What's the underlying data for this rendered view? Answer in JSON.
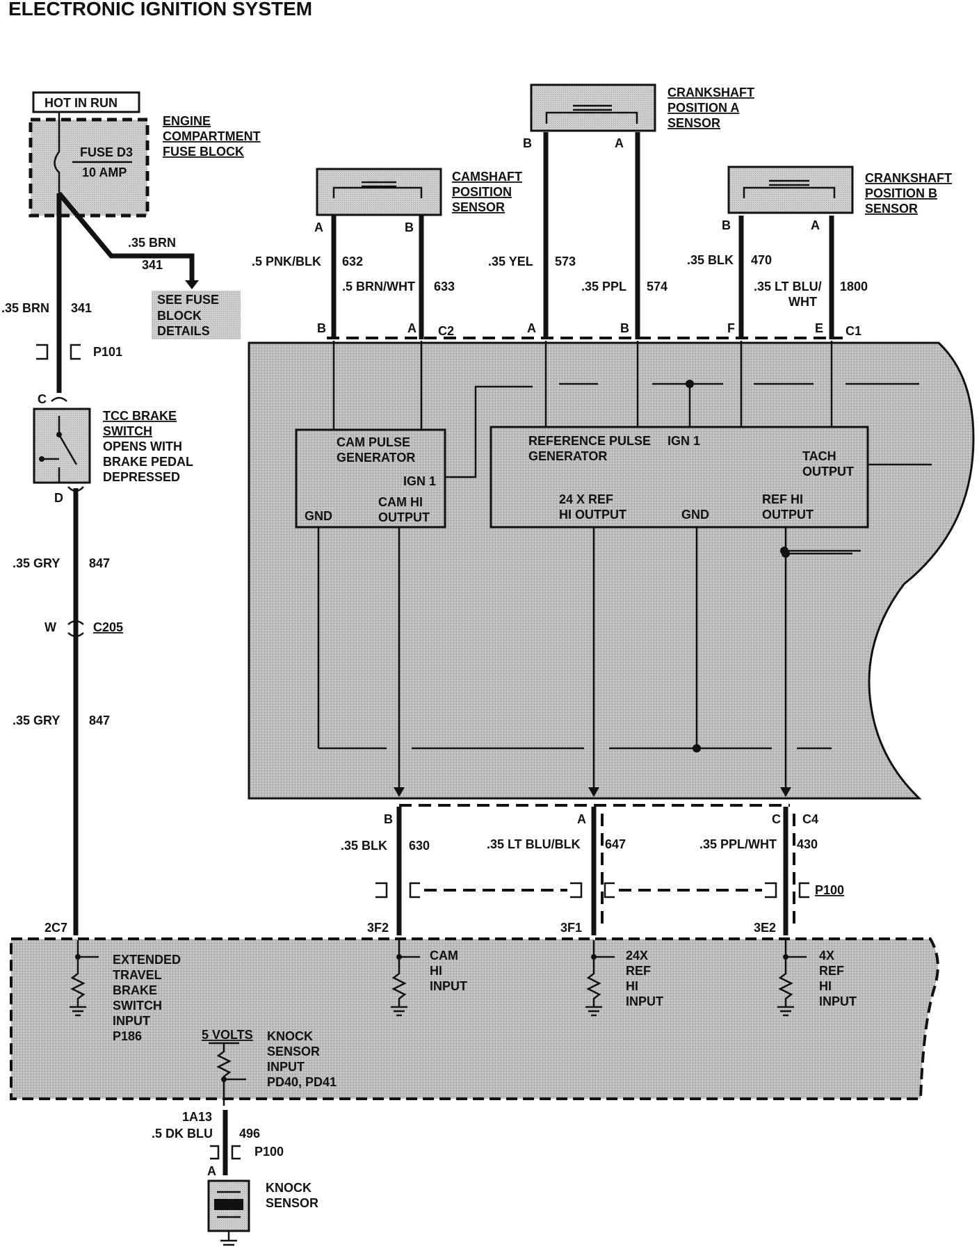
{
  "title": "ELECTRONIC IGNITION SYSTEM",
  "colors": {
    "module_fill": "#b8b8b8",
    "sensor_fill": "#c6c6c6",
    "ink": "#111111"
  },
  "hot_in_run": "HOT IN  RUN",
  "fuse_block": {
    "name": [
      "ENGINE",
      "COMPARTMENT",
      "FUSE BLOCK"
    ],
    "fuse": "FUSE D3",
    "rating": "10 AMP"
  },
  "see_fuse": [
    "SEE FUSE",
    "BLOCK",
    "DETAILS"
  ],
  "fuse_wire": {
    "gauge": ".35 BRN",
    "circuit": "341"
  },
  "main_wire_1": {
    "gauge": ".35 BRN",
    "circuit": "341"
  },
  "p101": "P101",
  "tcc": {
    "pin_top": "C",
    "pin_bottom": "D",
    "lines": [
      "TCC BRAKE",
      "SWITCH",
      "OPENS WITH",
      "BRAKE PEDAL",
      "DEPRESSED"
    ]
  },
  "gry_wire": {
    "gauge": ".35 GRY",
    "circuit": "847"
  },
  "c205": {
    "pin": "W",
    "name": "C205"
  },
  "camshaft": {
    "name": [
      "CAMSHAFT",
      "POSITION",
      "SENSOR"
    ],
    "pin_a": "A",
    "pin_b": "B",
    "wire_a": {
      "gauge": ".5 PNK/BLK",
      "circuit": "632"
    },
    "wire_b": {
      "gauge": ".5 BRN/WHT",
      "circuit": "633"
    }
  },
  "crank_a": {
    "name": [
      "CRANKSHAFT",
      "POSITION A",
      "SENSOR"
    ],
    "pin_a": "A",
    "pin_b": "B",
    "wire_b": {
      "gauge": ".35 YEL",
      "circuit": "573"
    },
    "wire_a": {
      "gauge": ".35 PPL",
      "circuit": "574"
    }
  },
  "crank_b": {
    "name": [
      "CRANKSHAFT",
      "POSITION B",
      "SENSOR"
    ],
    "pin_a": "A",
    "pin_b": "B",
    "wire_b": {
      "gauge": ".35 BLK",
      "circuit": "470"
    },
    "wire_a": {
      "gauge": ".35 LT BLU/",
      "gauge2": "WHT",
      "circuit": "1800"
    }
  },
  "c2": {
    "name": "C2",
    "pins": [
      "B",
      "A"
    ]
  },
  "c1": {
    "name": "C1",
    "pins": [
      "A",
      "B",
      "F",
      "E"
    ]
  },
  "cam_gen": {
    "title": [
      "CAM PULSE",
      "GENERATOR"
    ],
    "ign": "IGN 1",
    "gnd": "GND",
    "out": [
      "CAM HI",
      "OUTPUT"
    ]
  },
  "ref_gen": {
    "title": [
      "REFERENCE PULSE",
      "GENERATOR"
    ],
    "ign": "IGN 1",
    "tach": [
      "TACH",
      "OUTPUT"
    ],
    "ref24": [
      "24 X REF",
      "HI OUTPUT"
    ],
    "gnd": "GND",
    "refhi": [
      "REF HI",
      "OUTPUT"
    ]
  },
  "c4": {
    "name": "C4",
    "pins": [
      "B",
      "A",
      "C"
    ]
  },
  "out_wires": [
    {
      "gauge": ".35 BLK",
      "circuit": "630"
    },
    {
      "gauge": ".35 LT BLU/BLK",
      "circuit": "647"
    },
    {
      "gauge": ".35 PPL/WHT",
      "circuit": "430"
    }
  ],
  "p100": "P100",
  "pcm_pins": [
    "2C7",
    "3F2",
    "3F1",
    "3E2"
  ],
  "pcm_inputs": {
    "brake": [
      "EXTENDED",
      "TRAVEL",
      "BRAKE",
      "SWITCH",
      "INPUT",
      "P186"
    ],
    "cam": [
      "CAM",
      "HI",
      "INPUT"
    ],
    "ref24": [
      "24X",
      "REF",
      "HI",
      "INPUT"
    ],
    "ref4": [
      "4X",
      "REF",
      "HI",
      "INPUT"
    ],
    "knock": [
      "KNOCK",
      "SENSOR",
      "INPUT",
      "PD40, PD41"
    ],
    "volts": "5 VOLTS"
  },
  "knock_wire": {
    "pin": "1A13",
    "gauge": ".5 DK BLU",
    "circuit": "496",
    "p100": "P100",
    "pin_a": "A"
  },
  "knock_sensor": [
    "KNOCK",
    "SENSOR"
  ]
}
